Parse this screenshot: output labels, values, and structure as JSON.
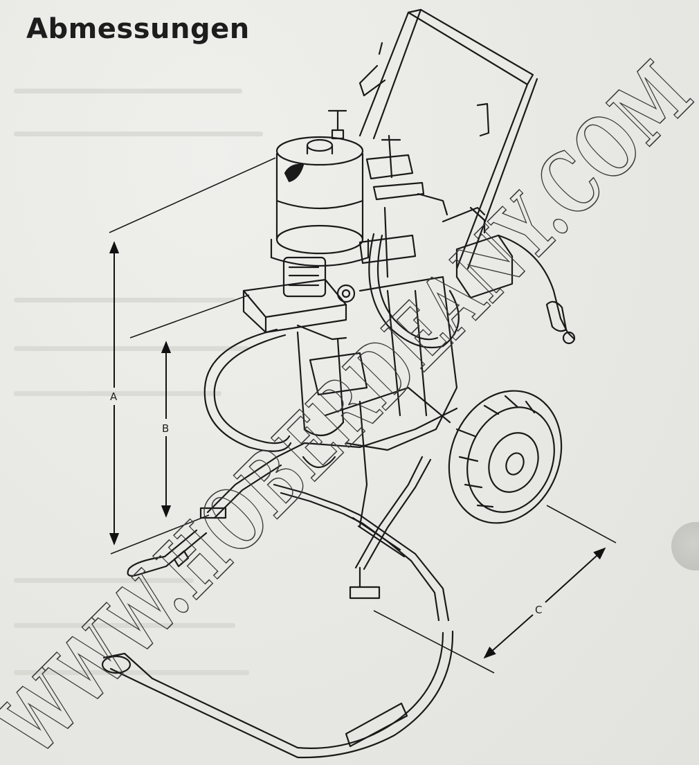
{
  "page": {
    "title": "Abmessungen"
  },
  "dimensions": {
    "a_label": "A",
    "b_label": "B",
    "c_label": "C"
  },
  "watermark": {
    "text": "WWW.HOBERDEANY.COM"
  }
}
